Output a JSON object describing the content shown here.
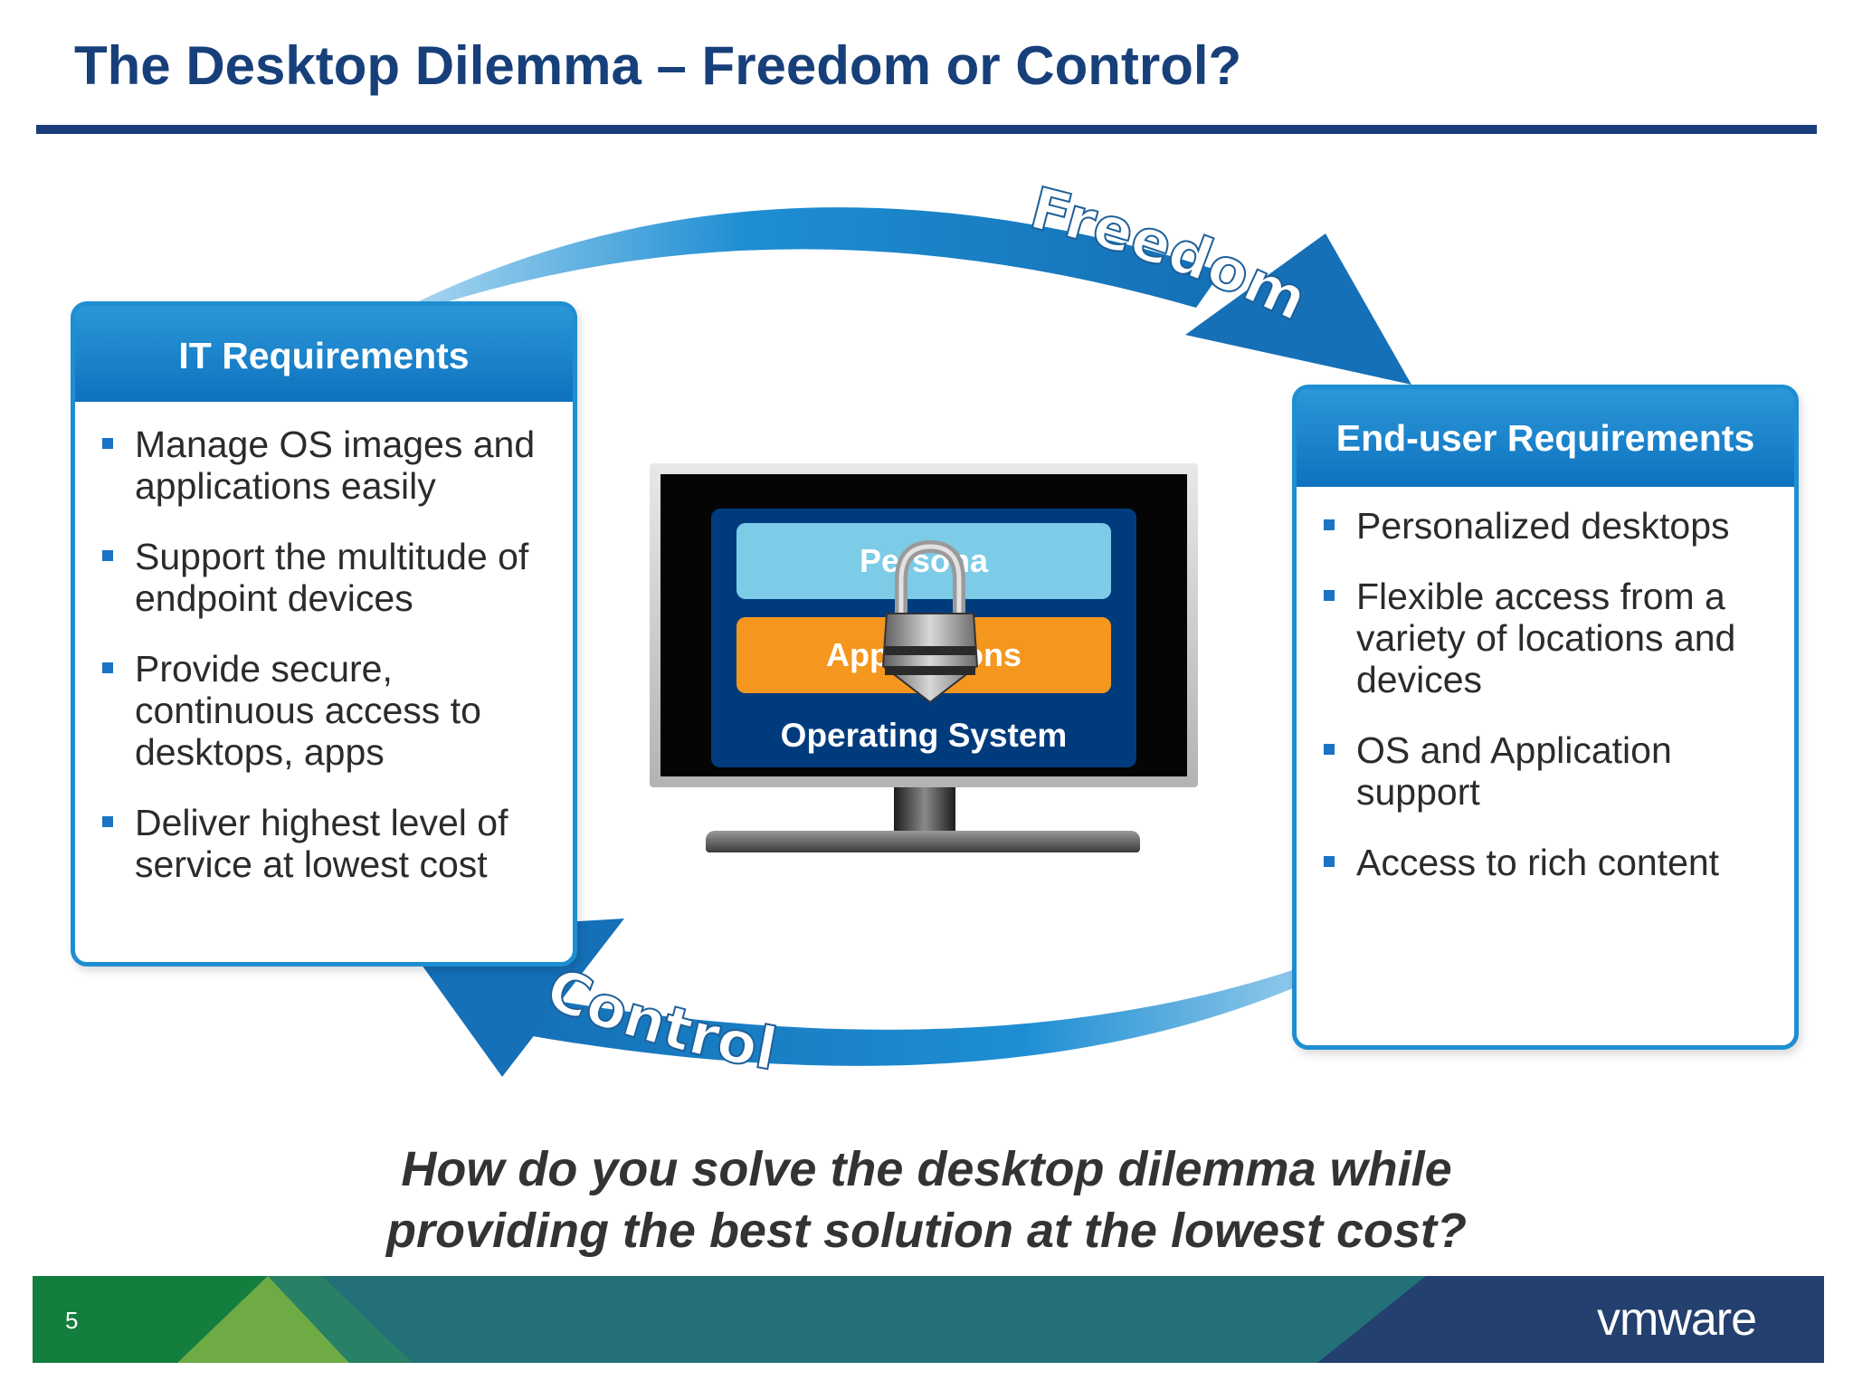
{
  "slide": {
    "title": "The Desktop Dilemma – Freedom or Control?",
    "page_number": "5"
  },
  "arrows": {
    "freedom_label": "Freedom",
    "control_label": "Control"
  },
  "it_requirements": {
    "header": "IT Requirements",
    "items": [
      "Manage OS images and applications easily",
      "Support the multitude of endpoint devices",
      "Provide secure, continuous access to desktops, apps",
      "Deliver highest level of service at lowest cost"
    ]
  },
  "enduser_requirements": {
    "header": "End-user Requirements",
    "items": [
      "Personalized desktops",
      "Flexible access from a variety of  locations and devices",
      "OS and Application support",
      "Access to rich content"
    ]
  },
  "monitor": {
    "layers": [
      "Persona",
      "Applications",
      "Operating System"
    ]
  },
  "question": {
    "line1": "How do you solve the desktop dilemma while",
    "line2": "providing the best solution at the lowest cost?"
  },
  "footer": {
    "logo_text": "vmware"
  },
  "colors": {
    "title": "#173f7a",
    "arrow_blue": "#1e8ed3",
    "persona": "#7ccbe7",
    "applications": "#f5961e",
    "os": "#003c7d"
  }
}
